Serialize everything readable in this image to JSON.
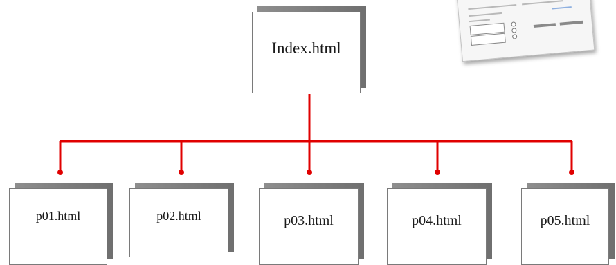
{
  "diagram": {
    "root": {
      "label": "Index.html"
    },
    "children": [
      {
        "label": "p01.html"
      },
      {
        "label": "p02.html"
      },
      {
        "label": "p03.html"
      },
      {
        "label": "p04.html"
      },
      {
        "label": "p05.html"
      }
    ],
    "colors": {
      "connector": "#e00000",
      "page_shadow": "#808080",
      "page_border": "#7a7a7a"
    },
    "icons": {
      "thumbnail": "form-screenshot-thumbnail-icon"
    }
  }
}
